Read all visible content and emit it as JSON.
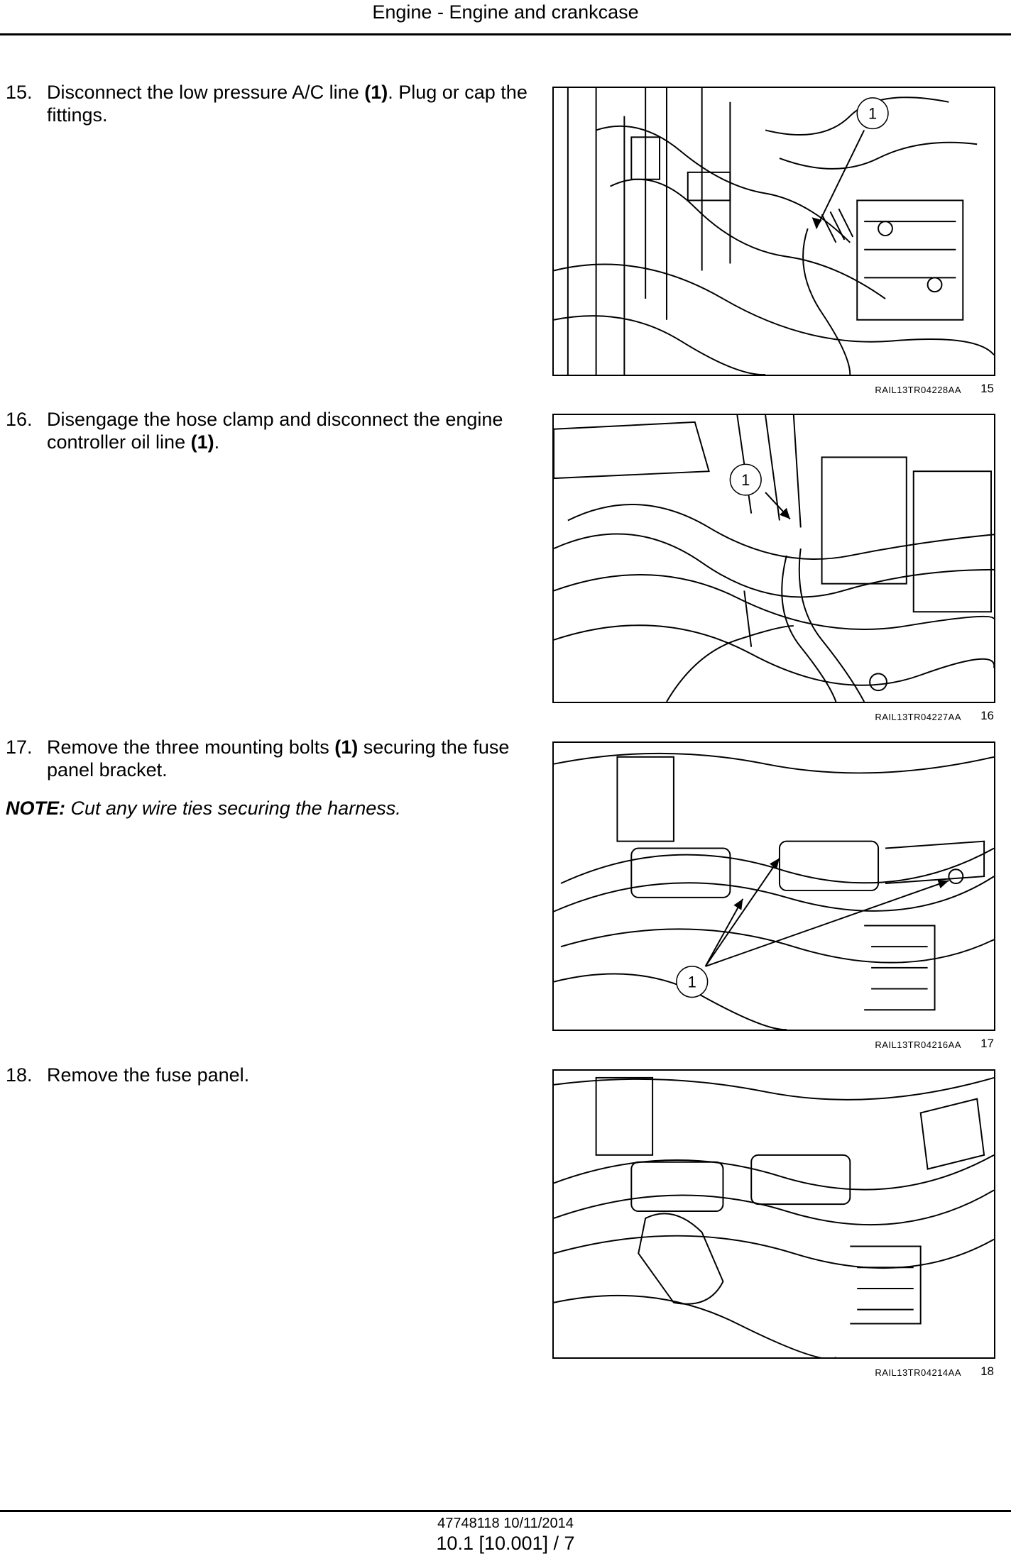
{
  "header": {
    "title": "Engine - Engine and crankcase"
  },
  "steps": [
    {
      "number": "15.",
      "text_before": "Disconnect the low pressure A/C line ",
      "callout": "(1)",
      "text_after": ". Plug or cap the fittings.",
      "figure": {
        "code": "RAIL13TR04228AA",
        "number": "15",
        "callout_label": "1"
      }
    },
    {
      "number": "16.",
      "text_before": "Disengage the hose clamp and disconnect the engine controller oil line ",
      "callout": "(1)",
      "text_after": ".",
      "figure": {
        "code": "RAIL13TR04227AA",
        "number": "16",
        "callout_label": "1"
      }
    },
    {
      "number": "17.",
      "text_before": "Remove the three mounting bolts ",
      "callout": "(1)",
      "text_after": " securing the fuse panel bracket.",
      "note_label": "NOTE:",
      "note_text": " Cut any wire ties securing the harness.",
      "figure": {
        "code": "RAIL13TR04216AA",
        "number": "17",
        "callout_label": "1"
      }
    },
    {
      "number": "18.",
      "text_before": "Remove the fuse panel.",
      "callout": "",
      "text_after": "",
      "figure": {
        "code": "RAIL13TR04214AA",
        "number": "18",
        "callout_label": ""
      }
    }
  ],
  "footer": {
    "doc_id": "47748118 10/11/2014",
    "page": "10.1 [10.001] / 7"
  }
}
